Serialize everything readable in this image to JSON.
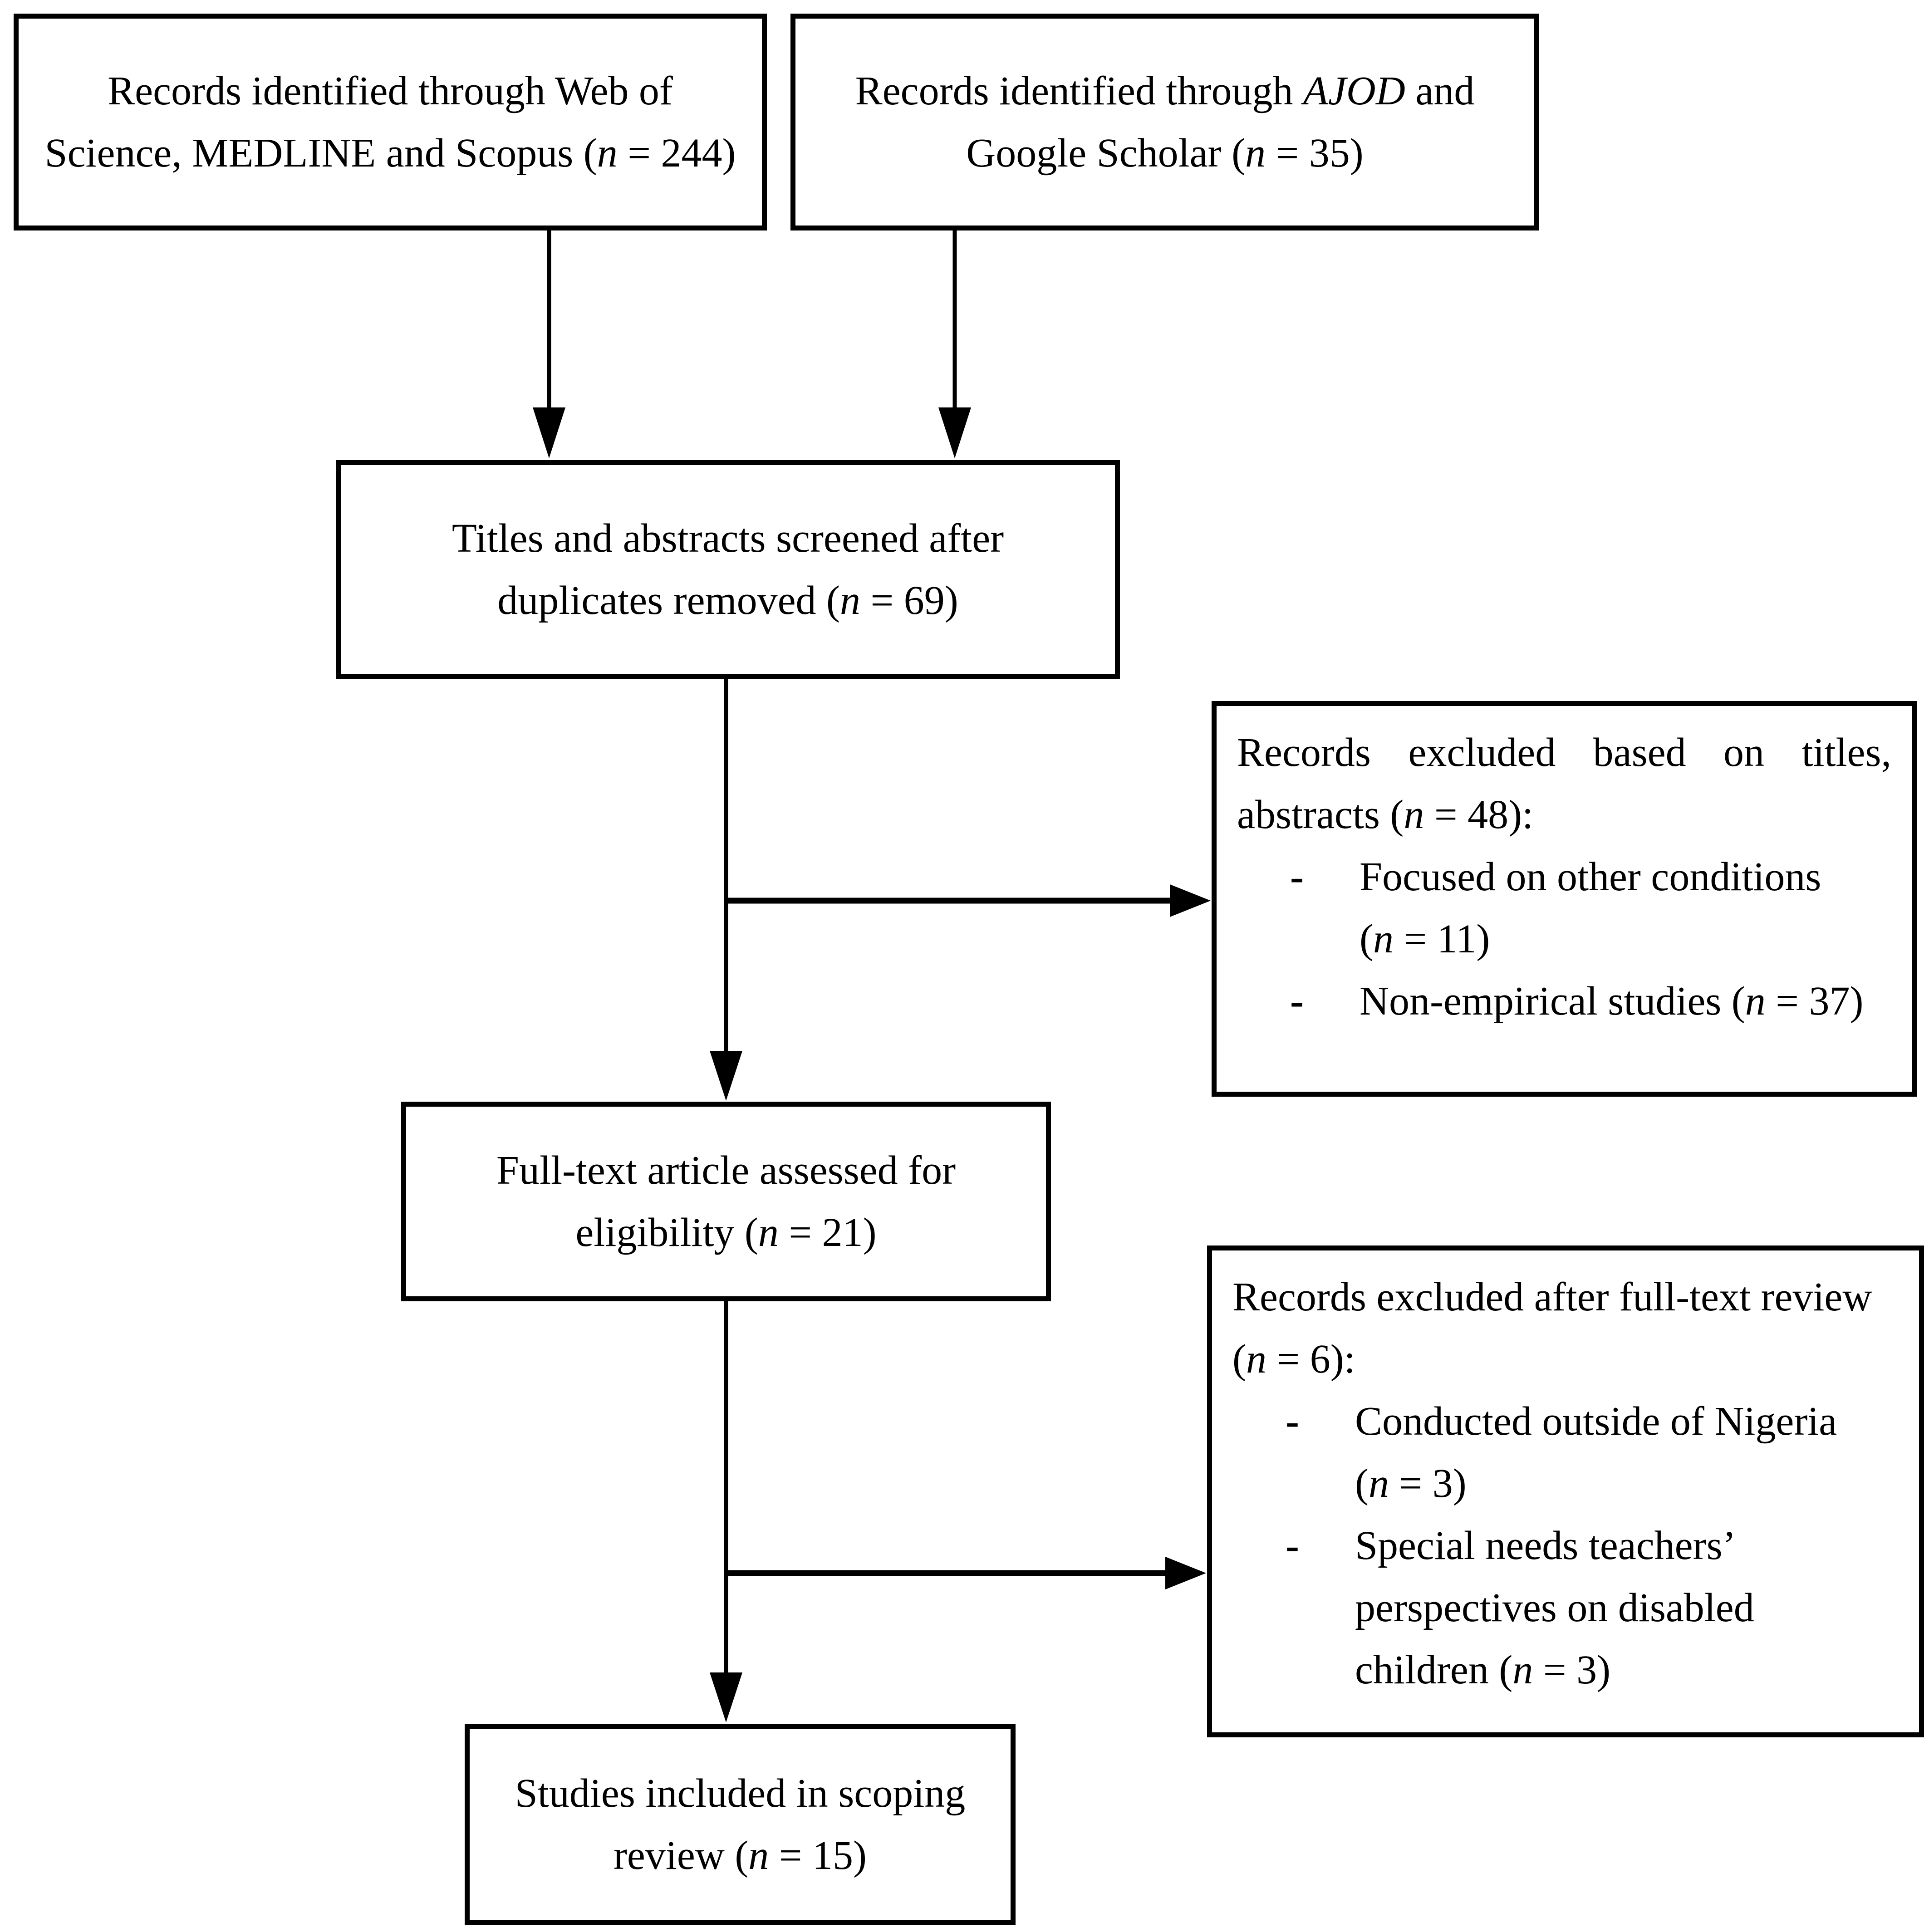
{
  "colors": {
    "ink": "#000000",
    "paper": "#ffffff"
  },
  "bullet_char": "-",
  "boxes": {
    "identified_databases": {
      "lines": [
        {
          "runs": [
            {
              "t": "Records identified through Web of"
            }
          ]
        },
        {
          "runs": [
            {
              "t": "Science, MEDLINE and Scopus ("
            },
            {
              "t": "n",
              "i": true
            },
            {
              "t": " = 244)"
            }
          ]
        }
      ]
    },
    "identified_other_sources": {
      "lines": [
        {
          "runs": [
            {
              "t": "Records identified through "
            },
            {
              "t": "AJOD",
              "i": true
            },
            {
              "t": " and"
            }
          ]
        },
        {
          "runs": [
            {
              "t": "Google Scholar ("
            },
            {
              "t": "n",
              "i": true
            },
            {
              "t": " = 35)"
            }
          ]
        }
      ]
    },
    "titles_abstracts_screened": {
      "lines": [
        {
          "runs": [
            {
              "t": "Titles and abstracts screened after"
            }
          ]
        },
        {
          "runs": [
            {
              "t": "duplicates removed ("
            },
            {
              "t": "n",
              "i": true
            },
            {
              "t": " = 69)"
            }
          ]
        }
      ]
    },
    "fulltext_assessed": {
      "lines": [
        {
          "runs": [
            {
              "t": "Full-text article assessed for"
            }
          ]
        },
        {
          "runs": [
            {
              "t": "eligibility ("
            },
            {
              "t": "n",
              "i": true
            },
            {
              "t": " = 21)"
            }
          ]
        }
      ]
    },
    "studies_included": {
      "lines": [
        {
          "runs": [
            {
              "t": "Studies included in scoping"
            }
          ]
        },
        {
          "runs": [
            {
              "t": "review ("
            },
            {
              "t": "n",
              "i": true
            },
            {
              "t": " = 15)"
            }
          ]
        }
      ]
    },
    "excluded_screening": {
      "intro_lines": [
        {
          "justify": true,
          "runs": [
            {
              "t": "Records excluded based on titles,"
            }
          ]
        },
        {
          "runs": [
            {
              "t": "abstracts ("
            },
            {
              "t": "n",
              "i": true
            },
            {
              "t": " = 48):"
            }
          ]
        }
      ],
      "items": [
        {
          "lines": [
            {
              "runs": [
                {
                  "t": "Focused on other conditions"
                }
              ]
            },
            {
              "runs": [
                {
                  "t": "("
                },
                {
                  "t": "n",
                  "i": true
                },
                {
                  "t": " = 11)"
                }
              ]
            }
          ]
        },
        {
          "lines": [
            {
              "runs": [
                {
                  "t": "Non-empirical studies ("
                },
                {
                  "t": "n",
                  "i": true
                },
                {
                  "t": " = 37)"
                }
              ]
            }
          ]
        }
      ]
    },
    "excluded_fulltext": {
      "intro_lines": [
        {
          "runs": [
            {
              "t": "Records excluded after full-text review"
            }
          ]
        },
        {
          "runs": [
            {
              "t": "("
            },
            {
              "t": "n",
              "i": true
            },
            {
              "t": " = 6):"
            }
          ]
        }
      ],
      "items": [
        {
          "lines": [
            {
              "runs": [
                {
                  "t": "Conducted outside of Nigeria"
                }
              ]
            },
            {
              "runs": [
                {
                  "t": "("
                },
                {
                  "t": "n",
                  "i": true
                },
                {
                  "t": " = 3)"
                }
              ]
            }
          ]
        },
        {
          "lines": [
            {
              "runs": [
                {
                  "t": "Special needs teachers’"
                }
              ]
            },
            {
              "runs": [
                {
                  "t": "perspectives on disabled"
                }
              ]
            },
            {
              "runs": [
                {
                  "t": "children ("
                },
                {
                  "t": "n",
                  "i": true
                },
                {
                  "t": " = 3)"
                }
              ]
            }
          ]
        }
      ]
    }
  }
}
